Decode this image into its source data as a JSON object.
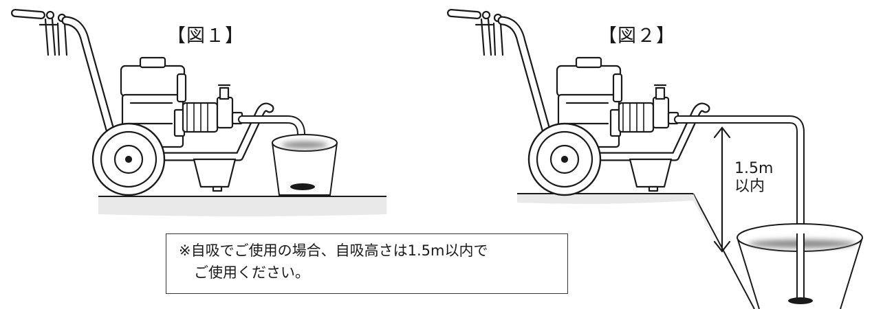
{
  "figures": {
    "fig1_label": "【図１】",
    "fig2_label": "【図２】"
  },
  "measurement": {
    "height_value": "1.5m",
    "height_limit": "以内"
  },
  "note": {
    "line1": "※自吸でご使用の場合、自吸高さは1.5m以内で",
    "line2": "ご使用ください。"
  },
  "colors": {
    "line": "#1a1a1a",
    "ground": "#e9e9e9",
    "water": "#888888"
  }
}
